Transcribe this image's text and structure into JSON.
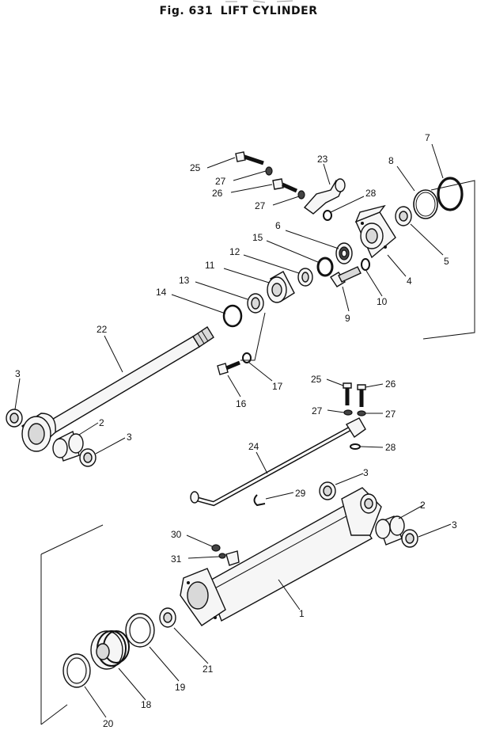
{
  "figure": {
    "number": "Fig. 631",
    "title": "LIFT CYLINDER"
  },
  "callouts": [
    {
      "id": "c25a",
      "text": "25"
    },
    {
      "id": "c27a",
      "text": "27"
    },
    {
      "id": "c26a",
      "text": "26"
    },
    {
      "id": "c27b",
      "text": "27"
    },
    {
      "id": "c23",
      "text": "23"
    },
    {
      "id": "c28a",
      "text": "28"
    },
    {
      "id": "c8",
      "text": "8"
    },
    {
      "id": "c7",
      "text": "7"
    },
    {
      "id": "c6",
      "text": "6"
    },
    {
      "id": "c15",
      "text": "15"
    },
    {
      "id": "c12",
      "text": "12"
    },
    {
      "id": "c11",
      "text": "11"
    },
    {
      "id": "c13",
      "text": "13"
    },
    {
      "id": "c14",
      "text": "14"
    },
    {
      "id": "c5",
      "text": "5"
    },
    {
      "id": "c4",
      "text": "4"
    },
    {
      "id": "c10",
      "text": "10"
    },
    {
      "id": "c9",
      "text": "9"
    },
    {
      "id": "c22",
      "text": "22"
    },
    {
      "id": "c16",
      "text": "16"
    },
    {
      "id": "c17",
      "text": "17"
    },
    {
      "id": "c3a",
      "text": "3"
    },
    {
      "id": "c2a",
      "text": "2"
    },
    {
      "id": "c3b",
      "text": "3"
    },
    {
      "id": "c25b",
      "text": "25"
    },
    {
      "id": "c26b",
      "text": "26"
    },
    {
      "id": "c27c",
      "text": "27"
    },
    {
      "id": "c27d",
      "text": "27"
    },
    {
      "id": "c28b",
      "text": "28"
    },
    {
      "id": "c24",
      "text": "24"
    },
    {
      "id": "c3c",
      "text": "3"
    },
    {
      "id": "c29",
      "text": "29"
    },
    {
      "id": "c2b",
      "text": "2"
    },
    {
      "id": "c3d",
      "text": "3"
    },
    {
      "id": "c30",
      "text": "30"
    },
    {
      "id": "c31",
      "text": "31"
    },
    {
      "id": "c1",
      "text": "1"
    },
    {
      "id": "c21",
      "text": "21"
    },
    {
      "id": "c19",
      "text": "19"
    },
    {
      "id": "c18",
      "text": "18"
    },
    {
      "id": "c20",
      "text": "20"
    }
  ]
}
